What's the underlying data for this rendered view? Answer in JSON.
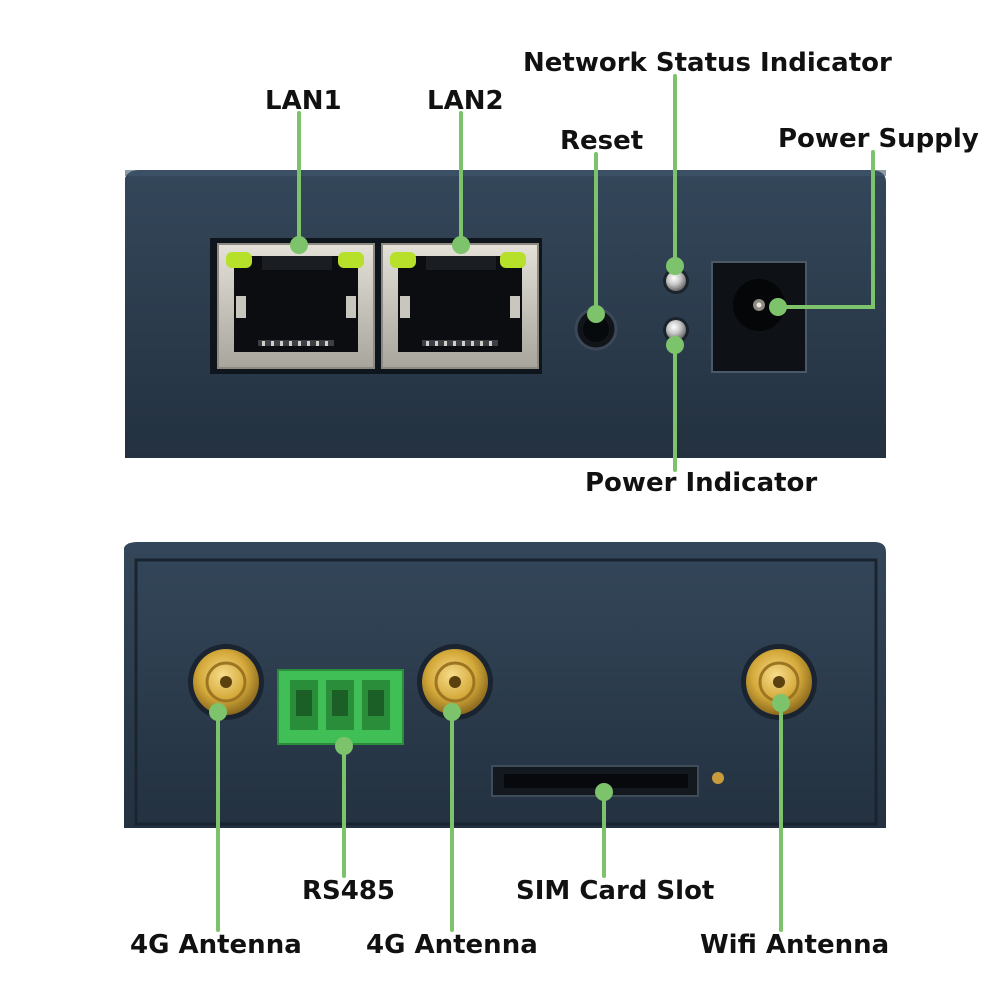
{
  "labels": {
    "lan1": "LAN1",
    "lan2": "LAN2",
    "reset": "Reset",
    "network_status_indicator": "Network Status Indicator",
    "power_supply": "Power Supply",
    "power_indicator": "Power Indicator",
    "rs485": "RS485",
    "sim_card_slot": "SIM Card Slot",
    "antenna_4g_left": "4G Antenna",
    "antenna_4g_mid": "4G Antenna",
    "wifi_antenna": "Wifi Antenna"
  },
  "colors": {
    "callout_line": "#7dc36b",
    "device_body": "#2b3a4a",
    "port_metal": "#c9c6bd",
    "link_led": "#b6e02a",
    "terminal_block": "#3fbf55",
    "antenna_gold": "#d4a93a"
  }
}
